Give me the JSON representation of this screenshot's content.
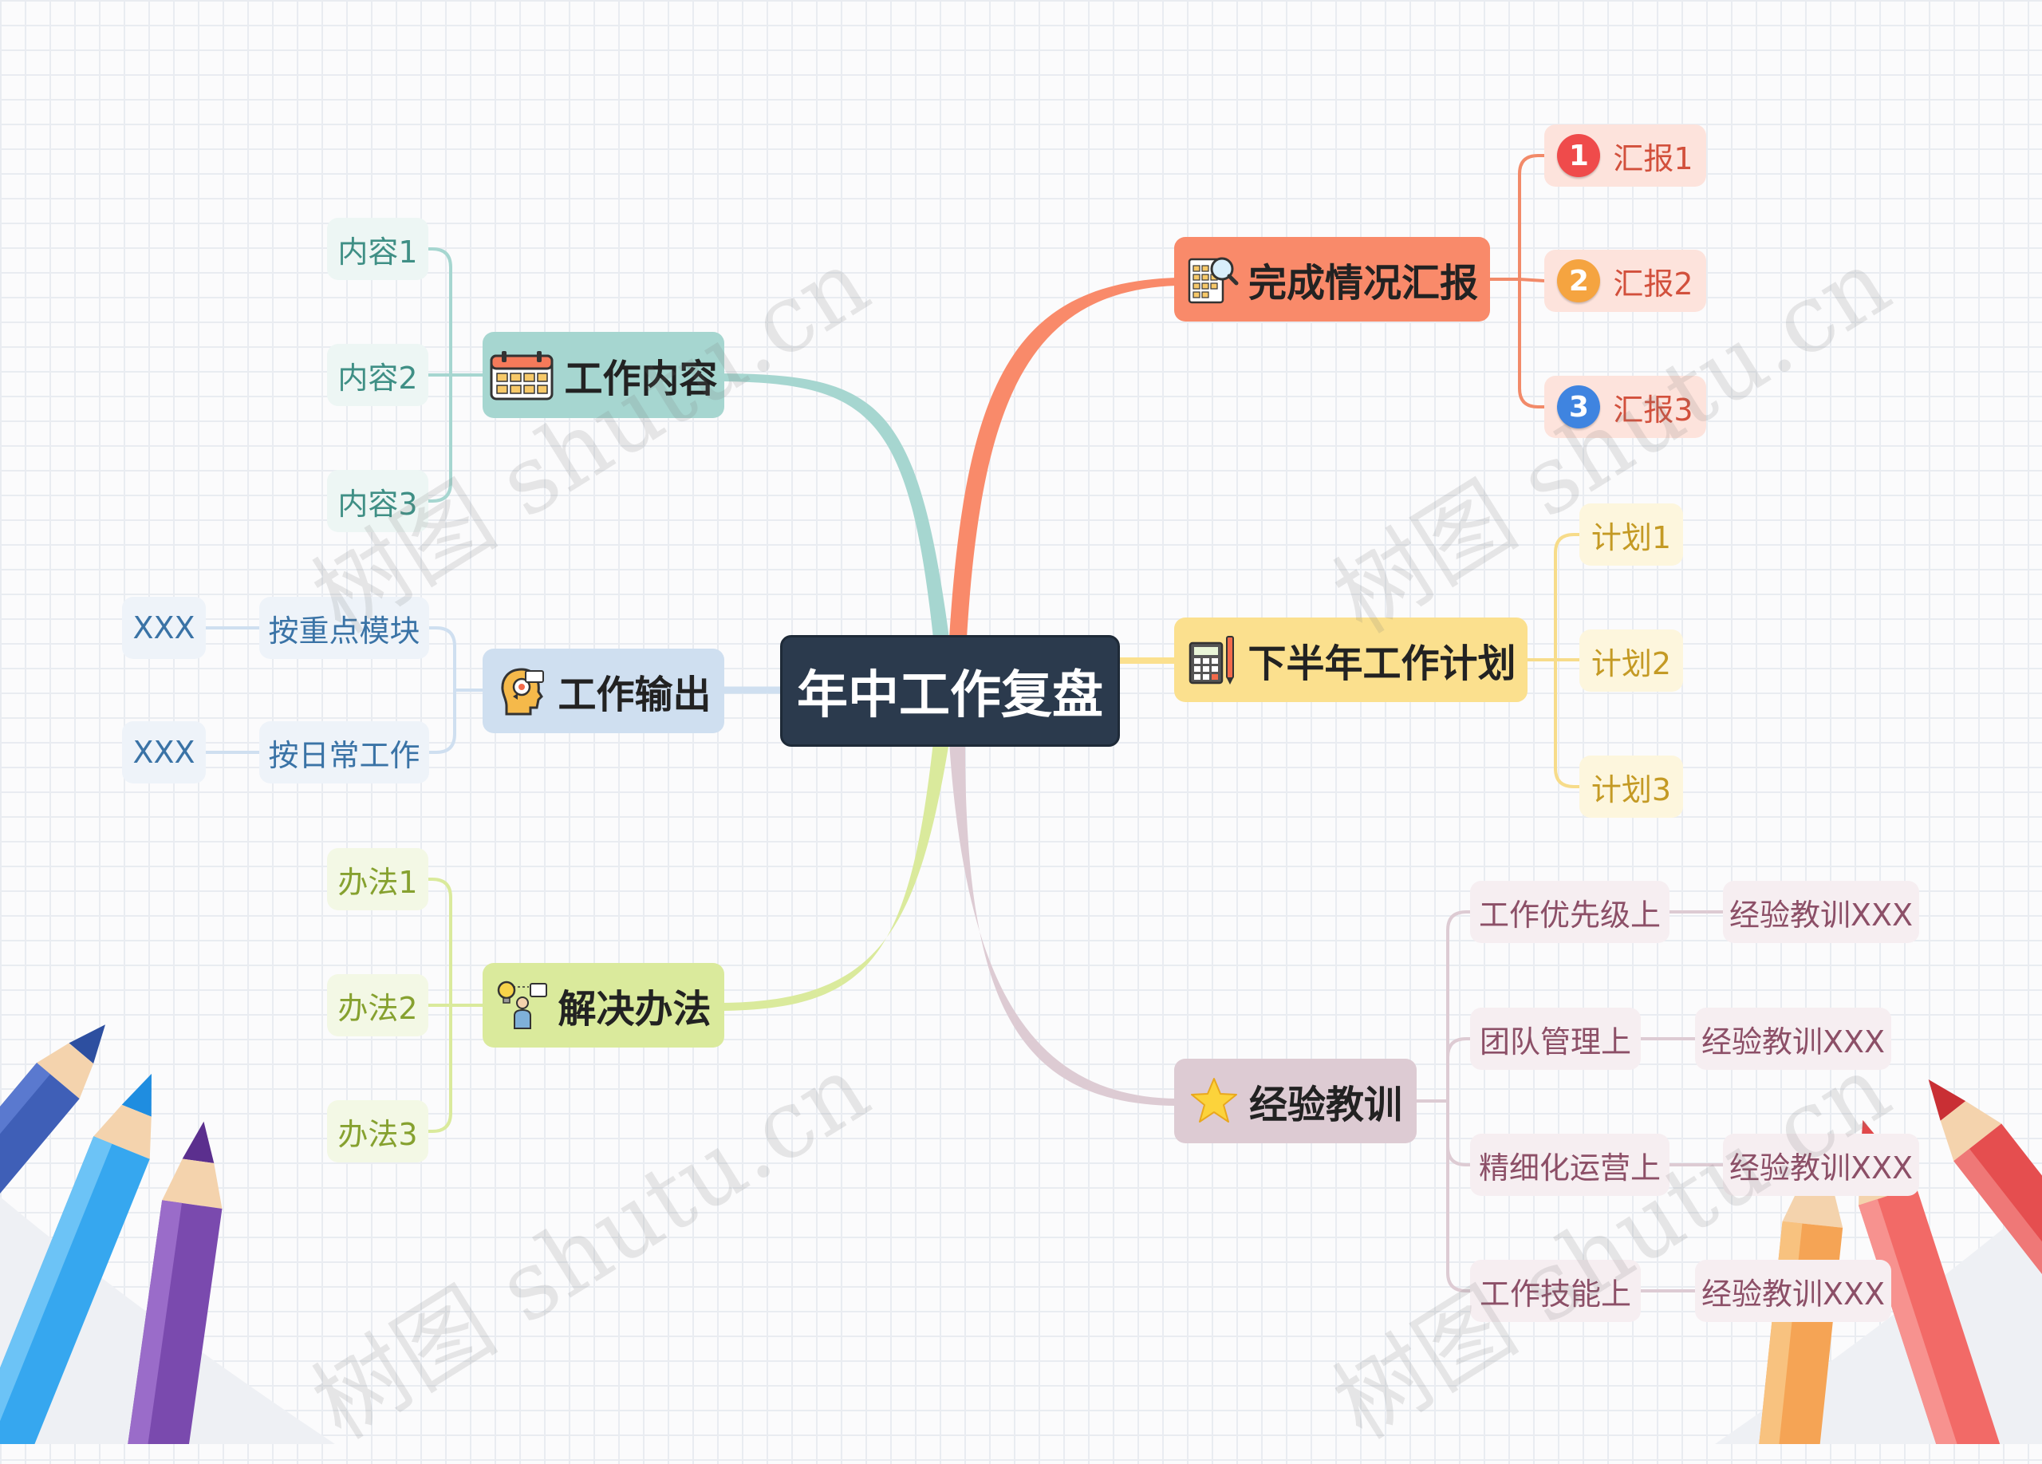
{
  "central": "年中工作复盘",
  "branches": {
    "gongzuo_neirong": {
      "label": "工作内容",
      "icon": "calendar-icon",
      "color": "#a6d6d0",
      "children": [
        "内容1",
        "内容2",
        "内容3"
      ]
    },
    "gongzuo_shuchu": {
      "label": "工作输出",
      "icon": "head-gear-icon",
      "color": "#cfdff0",
      "children": [
        {
          "label": "按重点模块",
          "leaf": "XXX"
        },
        {
          "label": "按日常工作",
          "leaf": "XXX"
        }
      ]
    },
    "jiejue_banfa": {
      "label": "解决办法",
      "icon": "idea-person-icon",
      "color": "#daea9c",
      "children": [
        "办法1",
        "办法2",
        "办法3"
      ]
    },
    "wancheng_huibao": {
      "label": "完成情况汇报",
      "icon": "report-search-icon",
      "color": "#f98a6a",
      "children": [
        {
          "label": "汇报1",
          "number": "1",
          "badge_color": "#ef4b4b"
        },
        {
          "label": "汇报2",
          "number": "2",
          "badge_color": "#f5a440"
        },
        {
          "label": "汇报3",
          "number": "3",
          "badge_color": "#3f84e0"
        }
      ]
    },
    "xiabannian_jihua": {
      "label": "下半年工作计划",
      "icon": "calculator-icon",
      "color": "#fbe08e",
      "children": [
        "计划1",
        "计划2",
        "计划3"
      ]
    },
    "jingyan_jiaoxun": {
      "label": "经验教训",
      "icon": "star-icon",
      "color": "#ddcbd3",
      "children": [
        {
          "label": "工作优先级上",
          "leaf": "经验教训XXX"
        },
        {
          "label": "团队管理上",
          "leaf": "经验教训XXX"
        },
        {
          "label": "精细化运营上",
          "leaf": "经验教训XXX"
        },
        {
          "label": "工作技能上",
          "leaf": "经验教训XXX"
        }
      ]
    }
  },
  "watermark": "树图 shutu.cn"
}
